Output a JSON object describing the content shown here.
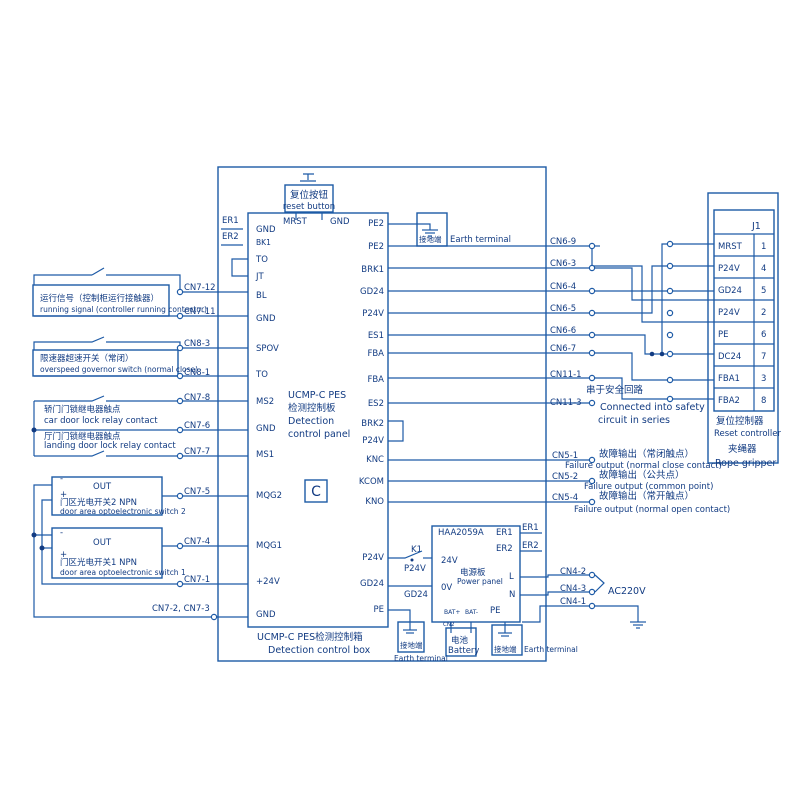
{
  "main_box": {
    "controller_title_1": "UCMP-C PES",
    "controller_title_2": "检测控制板",
    "controller_title_3": "Detection",
    "controller_title_4": "control panel",
    "logo_letter": "C",
    "caption_cn": "UCMP-C PES检测控制箱",
    "caption_en": "Detection control  box"
  },
  "reset_button": {
    "label_cn": "复位按钮",
    "label_en": "reset button"
  },
  "top_pins": {
    "mrst": "MRST",
    "gnd": "GND"
  },
  "left_pins": [
    "GND",
    "BK1",
    "TO",
    "JT",
    "BL",
    "GND",
    "SPOV",
    "TO",
    "MS2",
    "GND",
    "MS1",
    "MQG2",
    "MQG1",
    "+24V",
    "GND"
  ],
  "er_labels": {
    "er1": "ER1",
    "er2": "ER2"
  },
  "right_pins": [
    "PE2",
    "PE2",
    "BRK1",
    "GD24",
    "P24V",
    "ES1",
    "FBA",
    "FBA",
    "ES2",
    "BRK2",
    "P24V",
    "KNC",
    "KCOM",
    "KNO",
    "P24V",
    "GD24",
    "PE"
  ],
  "earth": {
    "label_cn": "接地端",
    "label_en": "Earth terminal"
  },
  "left_connectors": [
    "CN7-12",
    "CN7-11",
    "CN8-3",
    "CN8-1",
    "CN7-8",
    "CN7-6",
    "CN7-7",
    "CN7-5",
    "CN7-4",
    "CN7-1",
    "CN7-2, CN7-3"
  ],
  "left_devices": {
    "running_cn": "运行信号（控制柜运行接触器）",
    "running_en": "running signal (controller running contactor)",
    "overspeed_cn": "限速器超速开关（常闭）",
    "overspeed_en": "overspeed governor switch (normal close)",
    "car_door_cn": "轿门门锁继电器触点",
    "car_door_en": "car door lock relay contact",
    "landing_door_cn": "厅门门锁继电器触点",
    "landing_door_en": "landing door lock relay contact"
  },
  "optical_switch_2": {
    "out": "OUT",
    "minus": "-",
    "plus": "+",
    "label_cn": "门区光电开关2 NPN",
    "label_en": "door area optoelectronic switch 2"
  },
  "optical_switch_1": {
    "out": "OUT",
    "minus": "-",
    "plus": "+",
    "label_cn": "门区光电开关1 NPN",
    "label_en": "door area optoelectronic switch 1"
  },
  "right_connectors": [
    "CN6-9",
    "CN6-3",
    "CN6-4",
    "CN6-5",
    "CN6-6",
    "CN6-7",
    "CN11-1",
    "CN11-3"
  ],
  "safety_text": {
    "cn": "串于安全回路",
    "en_1": "Connected into safety",
    "en_2": "circuit in series"
  },
  "failure_outputs": [
    {
      "conn": "CN5-1",
      "cn": "故障输出（常闭触点）",
      "en": "Failure output (normal close contact)"
    },
    {
      "conn": "CN5-2",
      "cn": "故障输出（公共点）",
      "en": "Failure output (common point)"
    },
    {
      "conn": "CN5-4",
      "cn": "故障输出（常开触点）",
      "en": "Failure output (normal open contact)"
    }
  ],
  "reset_controller": {
    "j1": "J1",
    "rows": [
      {
        "name": "MRST",
        "num": "1"
      },
      {
        "name": "P24V",
        "num": "4"
      },
      {
        "name": "GD24",
        "num": "5"
      },
      {
        "name": "P24V",
        "num": "2"
      },
      {
        "name": "PE",
        "num": "6"
      },
      {
        "name": "DC24",
        "num": "7"
      },
      {
        "name": "FBA1",
        "num": "3"
      },
      {
        "name": "FBA2",
        "num": "8"
      }
    ],
    "label_cn": "复位控制器",
    "label_en": "Reset controller",
    "gripper_cn": "夹绳器",
    "gripper_en": "Rope gripper"
  },
  "power_panel": {
    "model": "HAA2059A",
    "er1": "ER1",
    "er2": "ER2",
    "v24": "24V",
    "v0": "0V",
    "cn": "电源板",
    "en": "Power panel",
    "l": "L",
    "n": "N",
    "pe": "PE",
    "bat_plus": "BAT+",
    "bat_minus": "BAT-",
    "cn2": "CN2",
    "k1": "K1",
    "k1_p24v": "P24V",
    "gd24": "GD24"
  },
  "battery": {
    "cn": "电池",
    "en": "Battery"
  },
  "ac_connectors": [
    "CN4-2",
    "CN4-3",
    "CN4-1"
  ],
  "ac_label": "AC220V"
}
